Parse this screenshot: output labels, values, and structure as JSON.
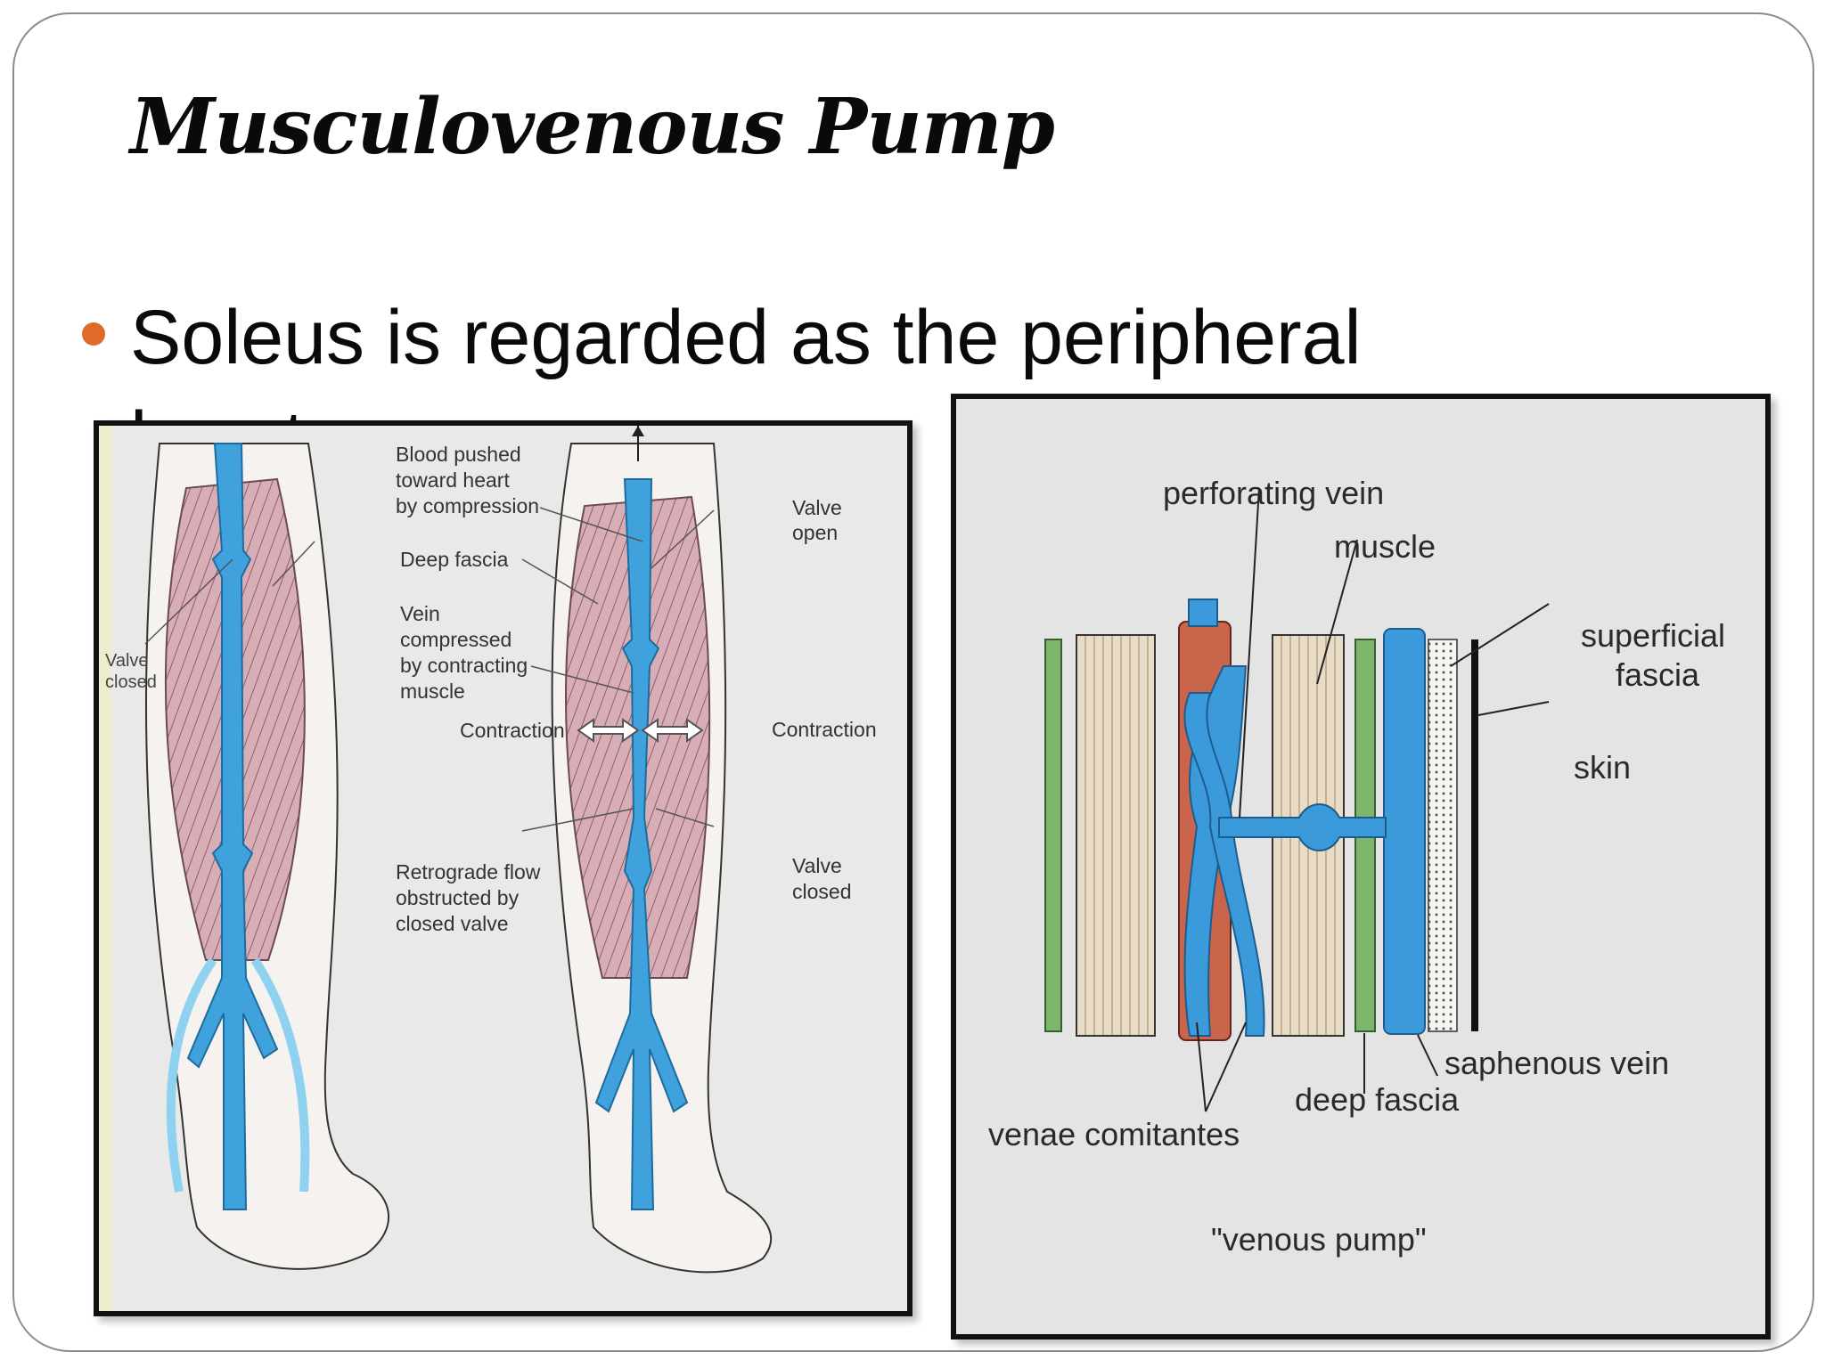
{
  "slide": {
    "title": "Musculovenous Pump",
    "bullet": "Soleus is regarded as the peripheral heart",
    "accent_color": "#e06a2b"
  },
  "left_figure": {
    "labels": {
      "blood_pushed": [
        "Blood pushed",
        "toward heart",
        "by compression"
      ],
      "deep_fascia": "Deep fascia",
      "vein_compressed": [
        "Vein",
        "compressed",
        "by contracting",
        "muscle"
      ],
      "contraction_left": "Contraction",
      "contraction_right": "Contraction",
      "valve_open": [
        "Valve",
        "open"
      ],
      "valve_closed_left": [
        "Valve",
        "closed"
      ],
      "valve_closed_right": [
        "Valve",
        "closed"
      ],
      "retrograde": [
        "Retrograde flow",
        "obstructed by",
        "closed valve"
      ]
    },
    "icons": [
      "leg-illustration",
      "vein",
      "muscle",
      "double-arrow",
      "up-arrow"
    ]
  },
  "right_figure": {
    "labels": {
      "perforating_vein": "perforating vein",
      "muscle": "muscle",
      "superficial_fascia": [
        "superficial",
        "fascia"
      ],
      "skin": "skin",
      "saphenous_vein": "saphenous vein",
      "deep_fascia": "deep fascia",
      "venae_comitantes": "venae comitantes",
      "caption": "\"venous pump\""
    },
    "colors": {
      "vein": "#3b9ad9",
      "artery": "#c9654a",
      "fascia": "#7db86a",
      "muscle": "#e7d6bd"
    }
  }
}
